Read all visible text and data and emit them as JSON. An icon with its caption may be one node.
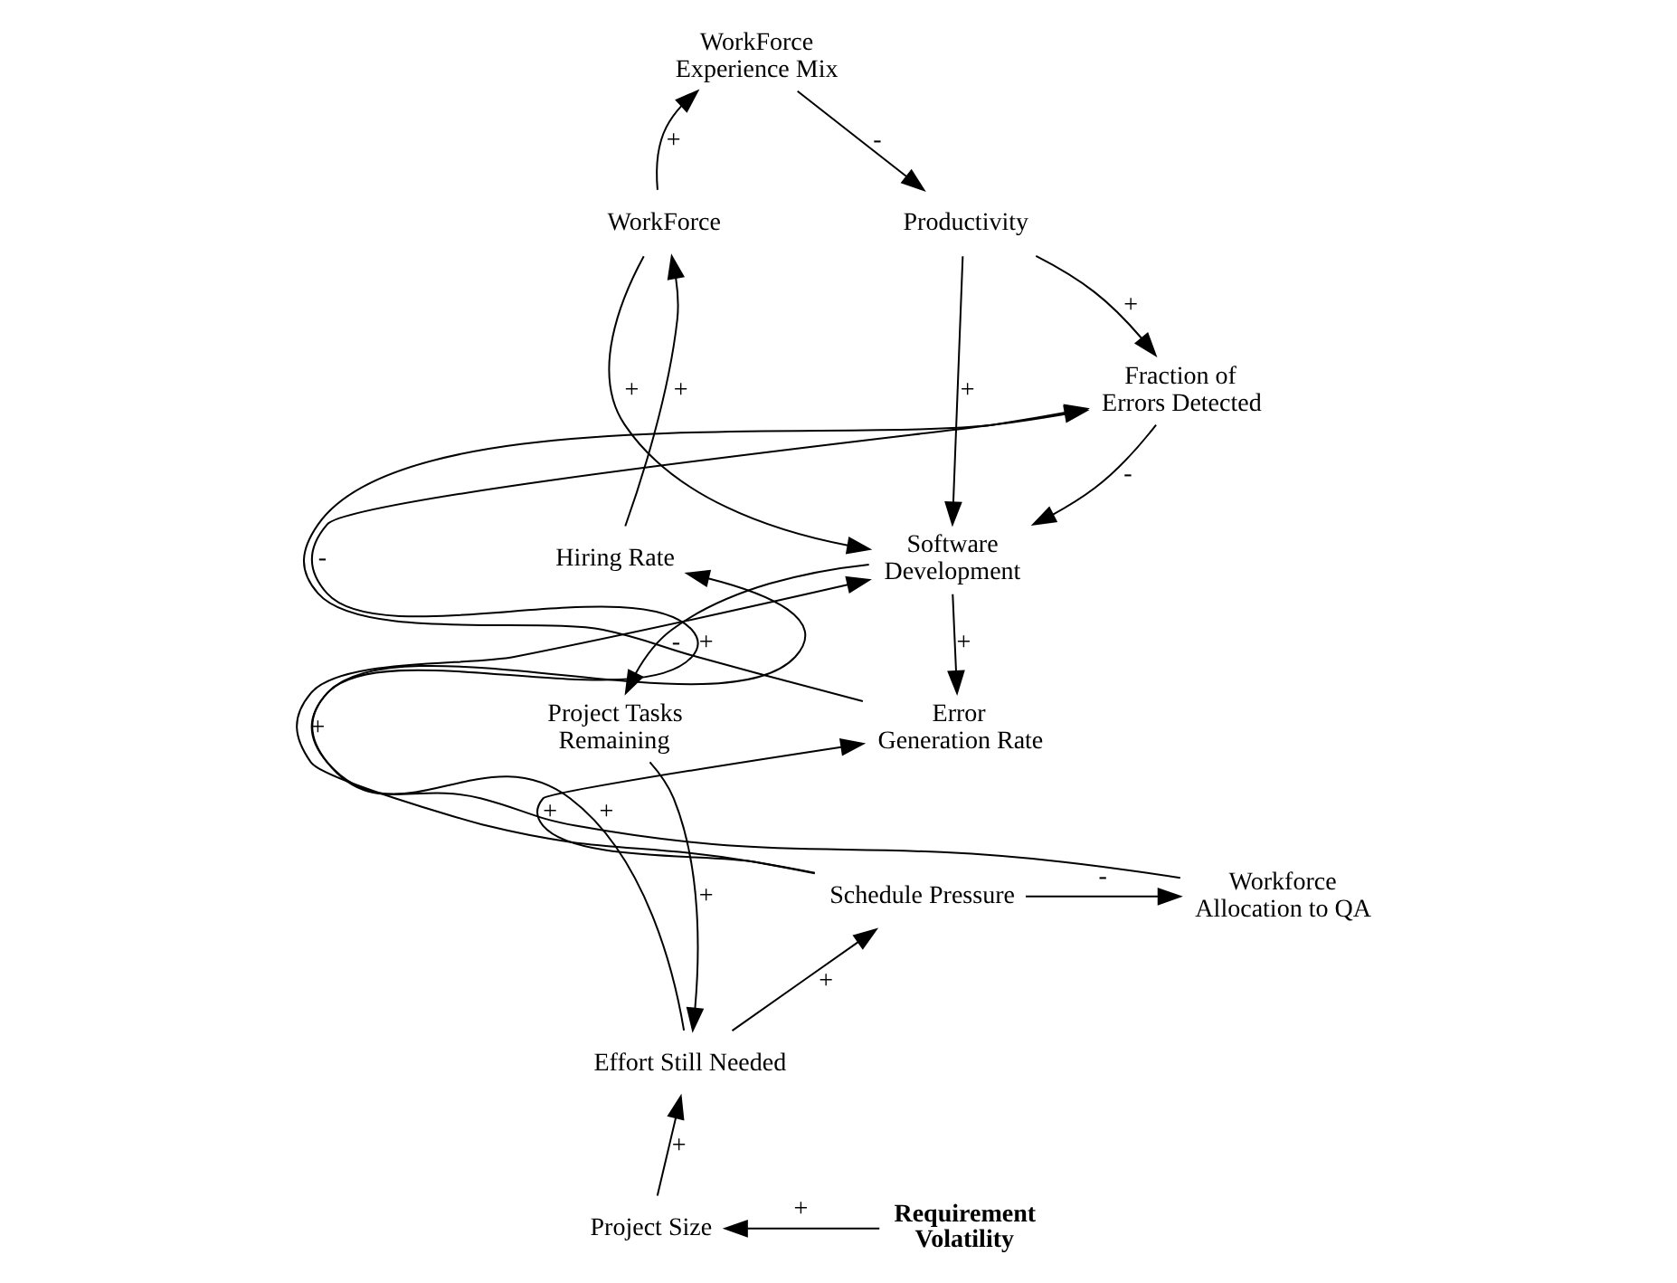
{
  "diagram": {
    "nodes": [
      {
        "text": [
          "WorkForce Experience Mix"
        ]
      },
      {
        "text": [
          "WorkForce"
        ]
      },
      {
        "text": [
          "Productivity"
        ]
      },
      {
        "text": [
          "Fraction of Errors Detected"
        ]
      },
      {
        "text": [
          "Hiring Rate"
        ]
      },
      {
        "text": [
          "Software Development"
        ]
      },
      {
        "text": [
          "Project Tasks Remaining"
        ]
      },
      {
        "text": [
          "Error Generation Rate"
        ]
      },
      {
        "text": [
          "Schedule Pressure"
        ]
      },
      {
        "text": [
          "Workforce Allocation to QA"
        ]
      },
      {
        "text": [
          "Effort Still Needed"
        ]
      },
      {
        "text": [
          "Project Size"
        ]
      },
      {
        "text": [
          "Requirement Volatility"
        ]
      }
    ],
    "edges": [
      {
        "from": 1,
        "to": 0,
        "arrow": "to",
        "label": "+"
      },
      {
        "from": 0,
        "to": 2,
        "arrow": "to",
        "label": "-"
      },
      {
        "from": 2,
        "to": 3,
        "arrow": "to",
        "label": "+"
      },
      {
        "from": 2,
        "to": 5,
        "arrow": "to",
        "label": "+"
      },
      {
        "from": 1,
        "to": 5,
        "arrow": "to",
        "label": "+"
      },
      {
        "from": 3,
        "to": 5,
        "arrow": "to",
        "label": "-"
      },
      {
        "from": 4,
        "to": 1,
        "arrow": "to",
        "label": "+"
      },
      {
        "from": 5,
        "to": 6,
        "arrow": "to",
        "label": "-"
      },
      {
        "from": 5,
        "to": 7,
        "arrow": "to",
        "label": "+"
      },
      {
        "from": 7,
        "to": 3,
        "arrow": "to",
        "label": "-"
      },
      {
        "from": 8,
        "to": 5,
        "arrow": "to",
        "label": "+"
      },
      {
        "from": 8,
        "to": 7,
        "arrow": "to",
        "label": "+"
      },
      {
        "from": 8,
        "to": 9,
        "arrow": "to",
        "label": "-"
      },
      {
        "from": 9,
        "to": 3,
        "arrow": "to",
        "label": "+"
      },
      {
        "from": 6,
        "to": 10,
        "arrow": "to",
        "label": "+"
      },
      {
        "from": 10,
        "to": 8,
        "arrow": "to",
        "label": "+"
      },
      {
        "from": 10,
        "to": 4,
        "arrow": "to",
        "label": "+"
      },
      {
        "from": 11,
        "to": 10,
        "arrow": "to",
        "label": "+"
      },
      {
        "from": 12,
        "to": 11,
        "arrow": "to",
        "label": "+"
      }
    ]
  }
}
